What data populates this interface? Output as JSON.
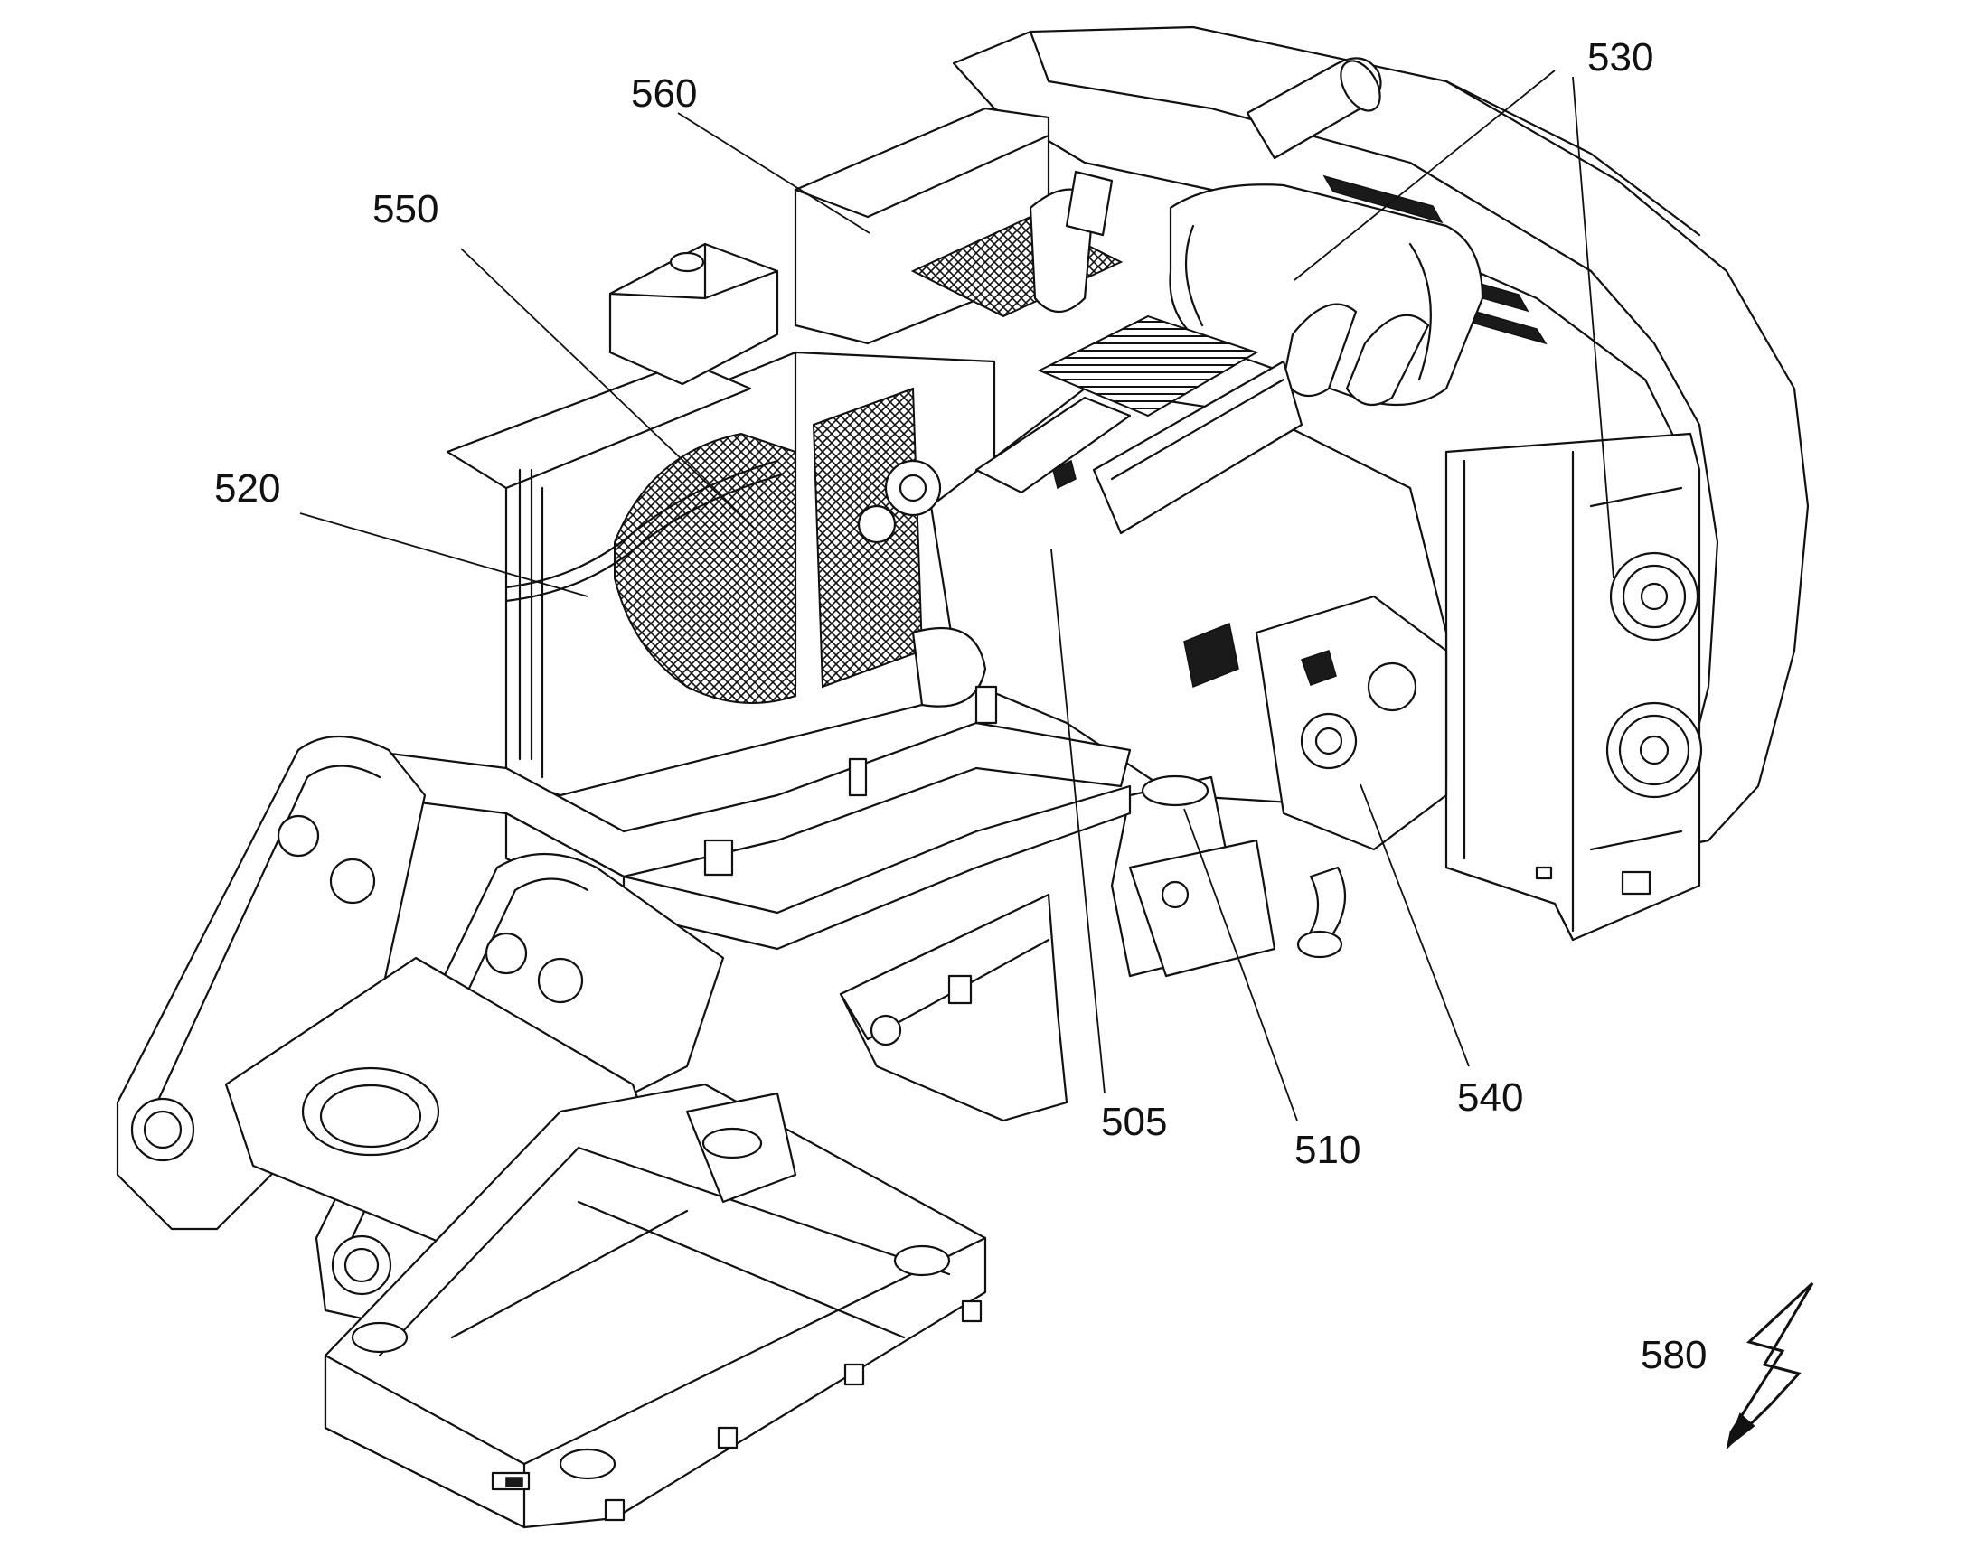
{
  "figure": {
    "reference_labels": [
      {
        "id": "560",
        "text": "560"
      },
      {
        "id": "550",
        "text": "550"
      },
      {
        "id": "530",
        "text": "530"
      },
      {
        "id": "520",
        "text": "520"
      },
      {
        "id": "505",
        "text": "505"
      },
      {
        "id": "510",
        "text": "510"
      },
      {
        "id": "540",
        "text": "540"
      },
      {
        "id": "580",
        "text": "580"
      }
    ],
    "icons": [
      "lightning-bolt-icon"
    ],
    "colors": {
      "line": "#111111",
      "background": "#ffffff"
    }
  }
}
